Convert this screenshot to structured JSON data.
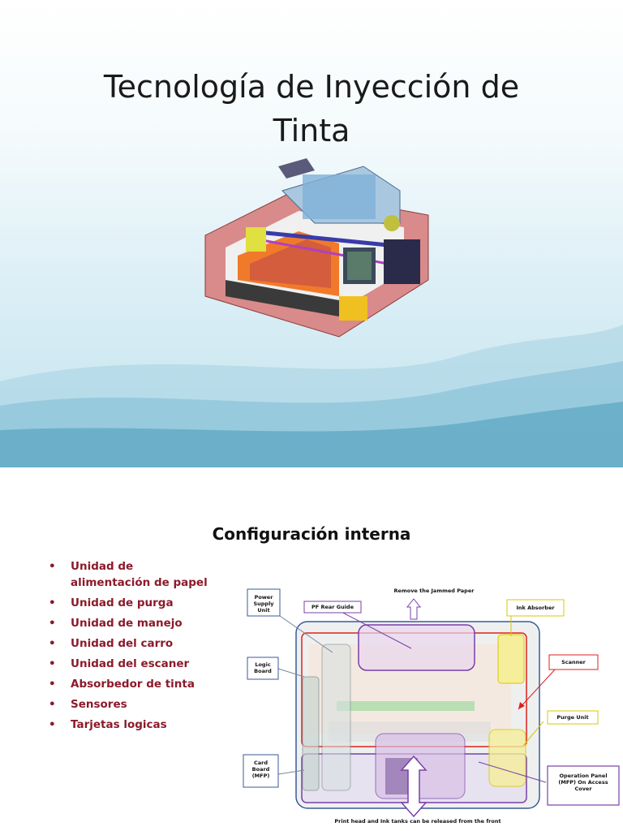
{
  "slide1": {
    "title_line1": "Tecnología de Inyección de",
    "title_line2": "Tinta"
  },
  "slide2": {
    "heading": "Configuración interna",
    "bullet_marker": "•",
    "bullets": [
      "Unidad de alimentación de papel",
      "Unidad de purga",
      "Unidad de manejo",
      "Unidad del carro",
      "Unidad del escaner",
      "Absorbedor de tinta",
      "Sensores",
      "Tarjetas logicas"
    ],
    "diagram": {
      "power_supply": "Power Supply Unit",
      "logic_board": "Logic Board",
      "card_board": "Card Board (MFP)",
      "pf_rear_guide": "PF Rear Guide",
      "remove_jammed": "Remove the Jammed Paper",
      "ink_absorber": "Ink Absorber",
      "scanner": "Scanner",
      "purge_unit": "Purge Unit",
      "operation_panel": "Operation Panel (MFP) On Access Cover",
      "bottom_note": "Print head and Ink tanks can be released from the front"
    }
  },
  "colors": {
    "bullet_text": "#8b1a2b",
    "blue_box": "#3a5a98",
    "red_box": "#e0201c",
    "yellow_box": "#f0e000",
    "purple_box": "#7a3fa8"
  }
}
